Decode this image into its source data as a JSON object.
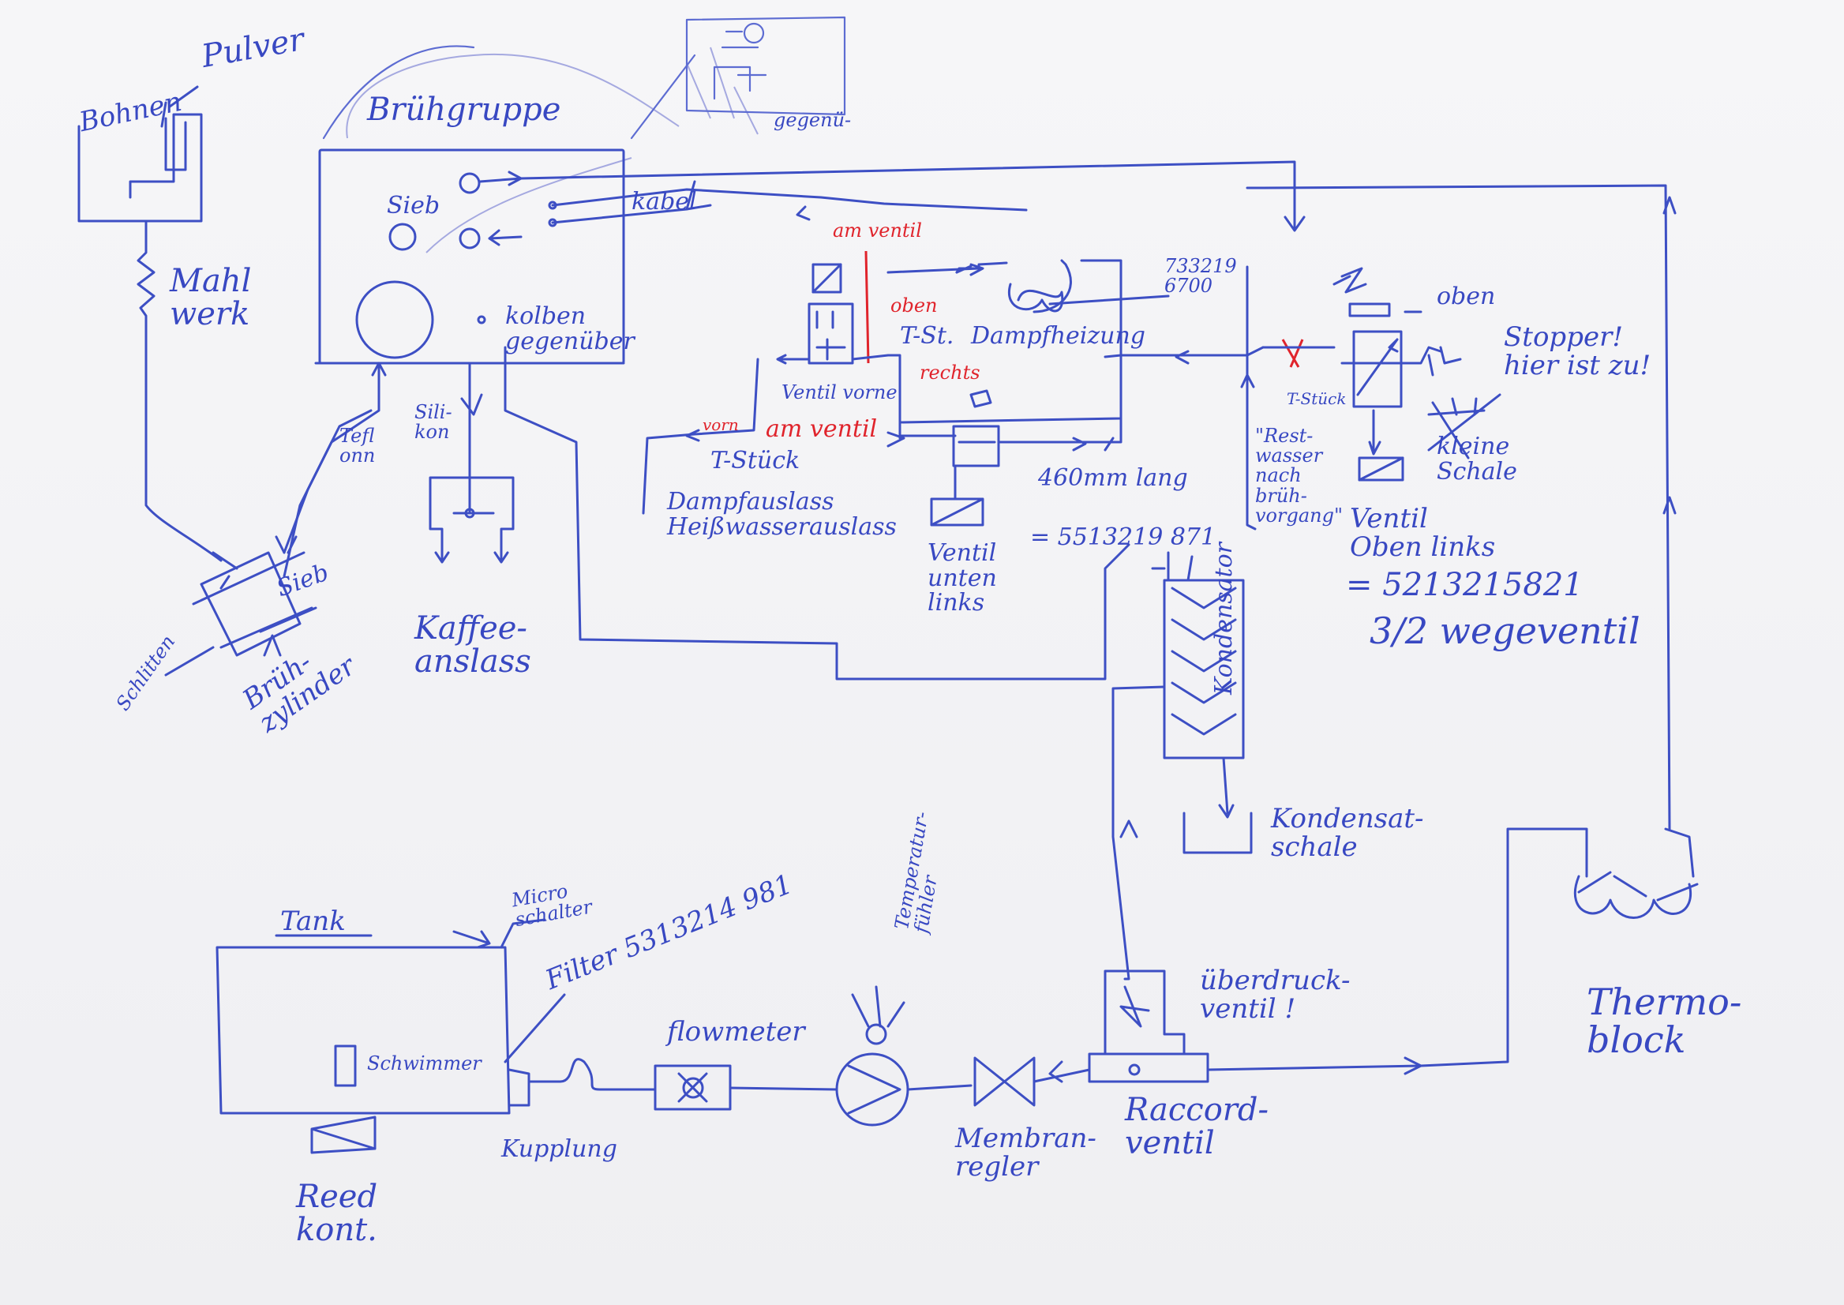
{
  "colors": {
    "ink": "#3d4fc4",
    "red_ink": "#e0242c",
    "paper": "#f2f2f4"
  },
  "labels": {
    "bohnen": "Bohnen",
    "pulver": "Pulver",
    "bruehgruppe": "Brühgruppe",
    "gegenueber_top": "gegenü-",
    "mahlwerk": "Mahl\nwerk",
    "sieb_upper": "Sieb",
    "kabel": "kabel",
    "kolben_gegenueber": "kolben\ngegenüber",
    "teflon": "Tefl\nonn",
    "silikon": "Sili-\nkon",
    "sieb_lower": "Sieb",
    "schlitten": "Schlitten",
    "bruehzylinder": "Brüh-\nzylinder",
    "kaffeeauslass": "Kaffee-\nanslass",
    "am_ventil_top": "am ventil",
    "oben_red": "oben",
    "t_stueck_top": "T-St.",
    "dampfheizung": "Dampfheizung",
    "ventil_vorne": "Ventil vorne",
    "rechts_red": "rechts",
    "vorn_red": "vorn",
    "am_ventil_mid": "am ventil",
    "t_stueck_mid": "T-Stück",
    "dampfauslass": "Dampfauslass\nHeißwasserauslass",
    "ventil_unten_links": "Ventil\nunten\nlinks",
    "laenge": "460mm lang",
    "partnr_1": "= 5513219 871",
    "partnr_top": "733219\n6700",
    "oben_right": "oben",
    "stopper": "Stopper!\nhier ist zu!",
    "t_stueck_right": "T-Stück",
    "restwasser": "\"Rest-\nwasser\nnach\nbrüh-\nvorgang\"",
    "kleine_schale": "kleine\nSchale",
    "ventil_oben_links": "Ventil\nOben links",
    "partnr_2": "= 5213215821",
    "wegeventil": "3/2 wegeventil",
    "kondensator": "Kondensator",
    "kondensatschale": "Kondensat-\nschale",
    "tank": "Tank",
    "microschalter": "Micro\nschalter",
    "filter": "Filter 5313214 981",
    "schwimmer": "Schwimmer",
    "kupplung": "Kupplung",
    "reed_kont": "Reed\nkont.",
    "flowmeter": "flowmeter",
    "temperaturfuehler": "Temperatur-\nfühler",
    "membranregler": "Membran-\nregler",
    "ueberdruckventil": "überdruck-\nventil !",
    "raccordventil": "Raccord-\nventil",
    "thermoblock": "Thermo-\nblock"
  }
}
